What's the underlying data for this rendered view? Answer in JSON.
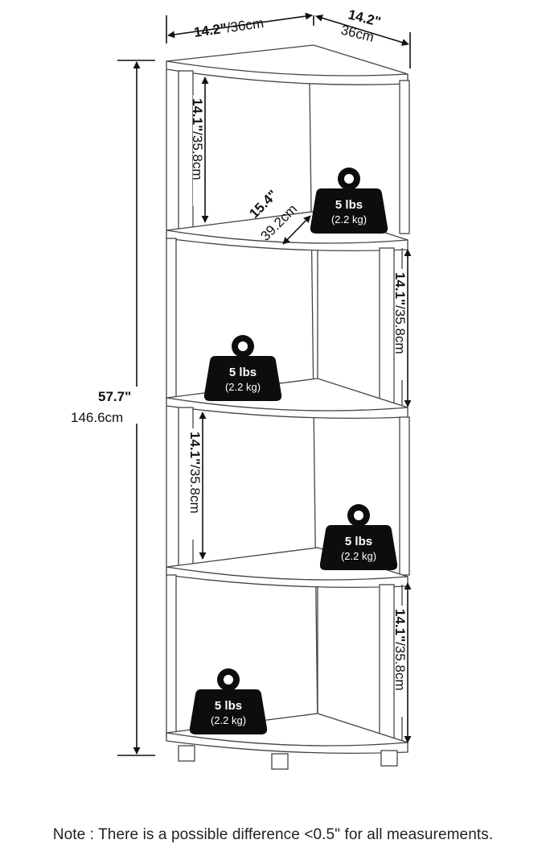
{
  "dimensions": {
    "top_width_left": {
      "inches": "14.2\"",
      "cm": "/36cm"
    },
    "top_width_right": {
      "inches": "14.2\"",
      "cm": "36cm"
    },
    "total_height": {
      "inches": "57.7\"",
      "cm": "146.6cm"
    },
    "depth": {
      "inches": "15.4\"",
      "cm": "39.2cm"
    },
    "shelf_spacings": [
      {
        "inches": "14.1\"",
        "cm": "/35.8cm"
      },
      {
        "inches": "14.1\"",
        "cm": "/35.8cm"
      },
      {
        "inches": "14.1\"",
        "cm": "/35.8cm"
      },
      {
        "inches": "14.1\"",
        "cm": "/35.8cm"
      }
    ]
  },
  "shelf_loads": [
    {
      "weight": "5 lbs",
      "metric": "(2.2 kg)"
    },
    {
      "weight": "5 lbs",
      "metric": "(2.2 kg)"
    },
    {
      "weight": "5 lbs",
      "metric": "(2.2 kg)"
    },
    {
      "weight": "5 lbs",
      "metric": "(2.2 kg)"
    }
  ],
  "note": "Note : There is a possible difference <0.5\" for all measurements."
}
